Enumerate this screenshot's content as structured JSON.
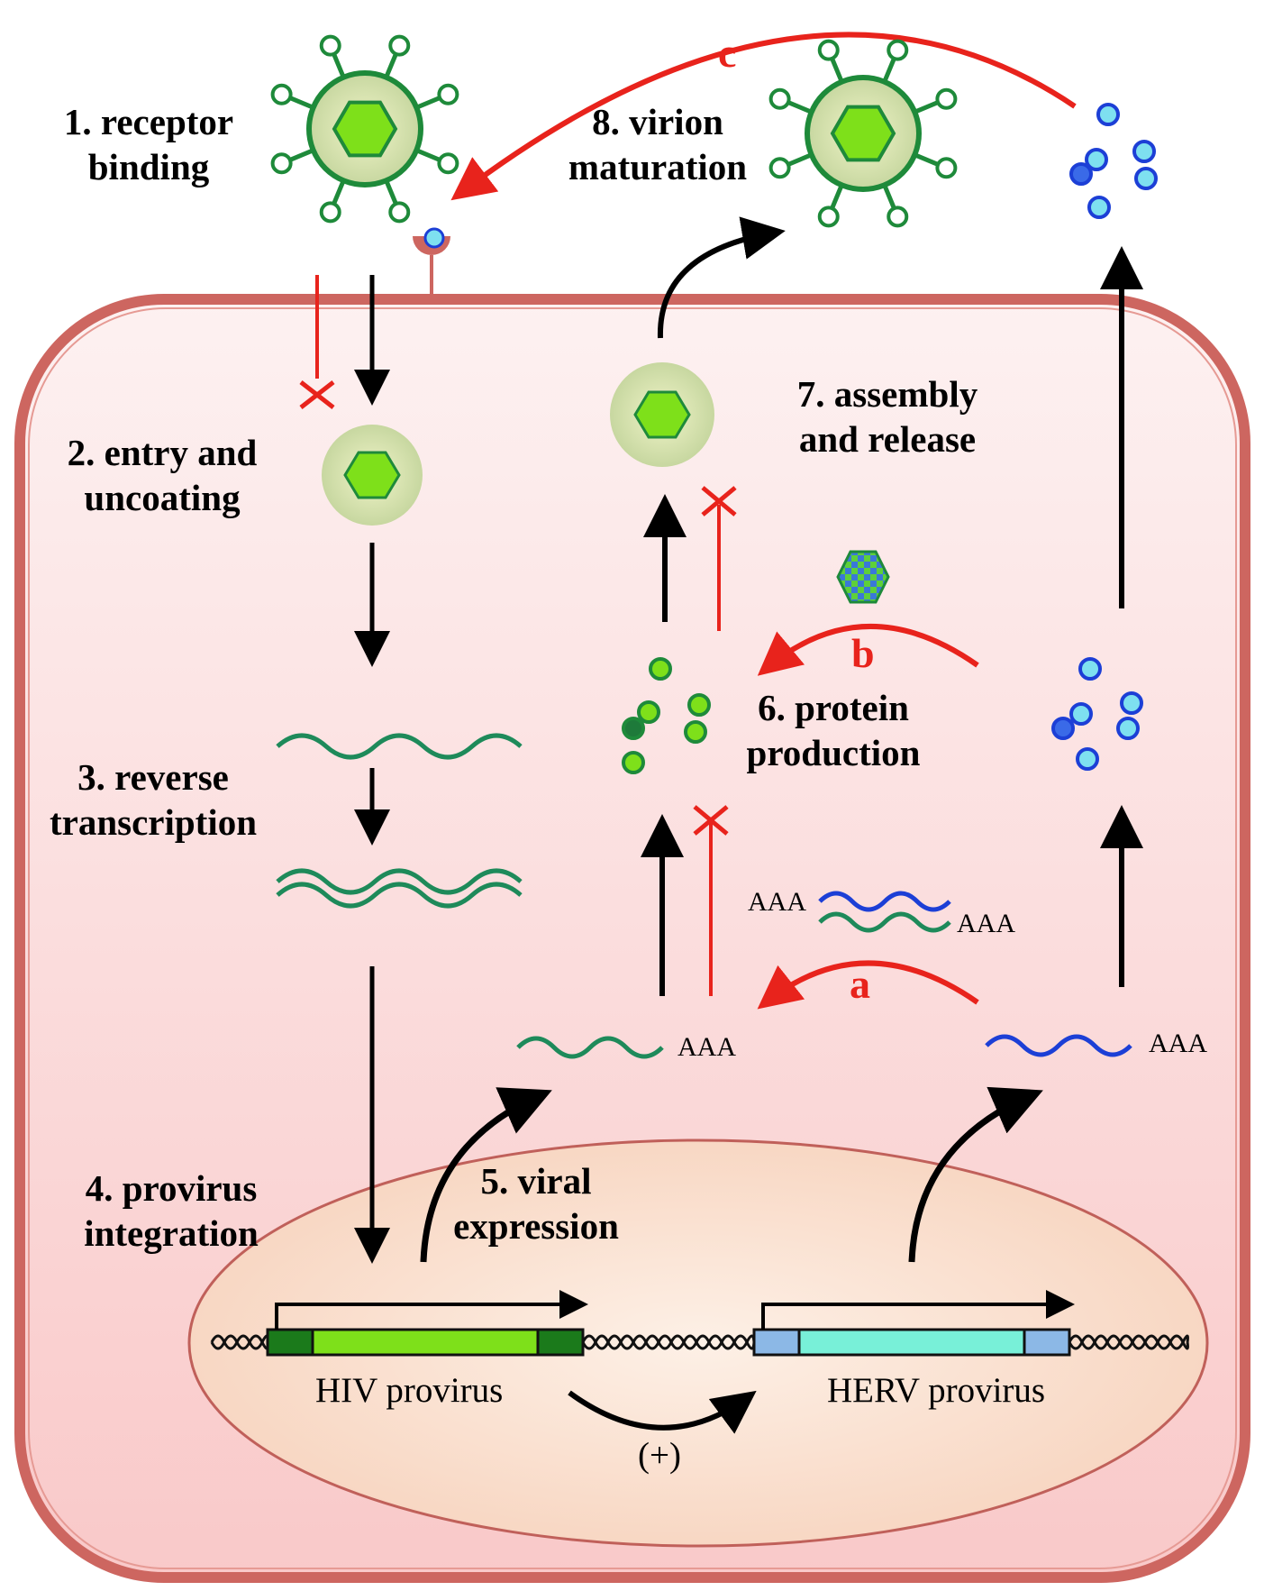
{
  "steps": {
    "s1": [
      "1. receptor",
      "binding"
    ],
    "s2": [
      "2. entry and",
      "uncoating"
    ],
    "s3": [
      "3. reverse",
      "transcription"
    ],
    "s4": [
      "4. provirus",
      "integration"
    ],
    "s5": [
      "5. viral",
      "expression"
    ],
    "s6": [
      "6. protein",
      "production"
    ],
    "s7": [
      "7. assembly",
      "and release"
    ],
    "s8": [
      "8. virion",
      "maturation"
    ]
  },
  "interactions": {
    "a": "a",
    "b": "b",
    "c": "c"
  },
  "poly_a": "AAA",
  "proviruses": {
    "hiv": "HIV provirus",
    "herv": "HERV provirus"
  },
  "activation": "(+)",
  "colors": {
    "cell_fill": "#fbe4e4",
    "cell_border": "#cd6660",
    "nucleus_fill": "#fbe2cf",
    "hiv_green": "#1e8a3a",
    "hiv_bright": "#7ee01a",
    "herv_blue": "#1c3fd6",
    "herv_cyan": "#78f0d8",
    "inhibition_red": "#e8231c"
  },
  "icons": [
    "hiv-virion-icon",
    "capsid-icon",
    "herv-particle-icon",
    "receptor-icon",
    "inhibition-x-icon",
    "restriction-factor-icon"
  ]
}
